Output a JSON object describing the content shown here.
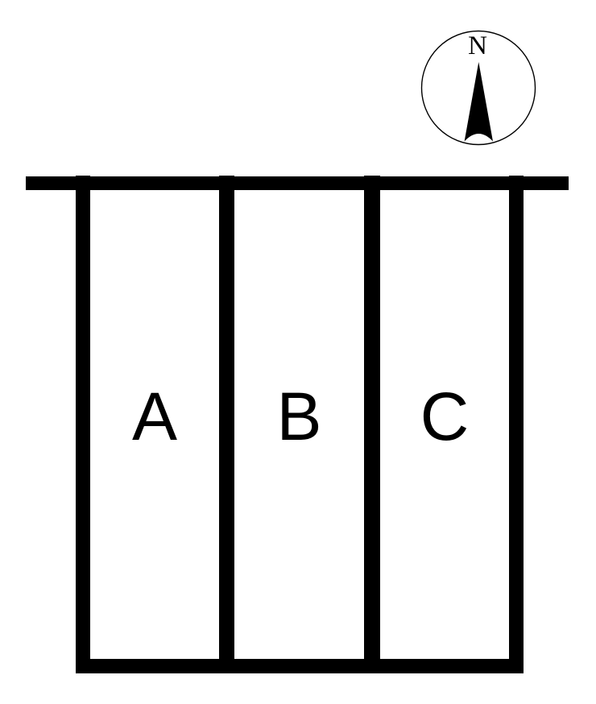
{
  "diagram": {
    "description_title": "Three parcel lots fronting a road",
    "colors": {
      "ink": "#000000",
      "background": "#ffffff"
    },
    "compass": {
      "north_label": "N"
    },
    "road": {
      "name": "road-edge-line"
    },
    "parcels": [
      {
        "label": "A"
      },
      {
        "label": "B"
      },
      {
        "label": "C"
      }
    ]
  }
}
